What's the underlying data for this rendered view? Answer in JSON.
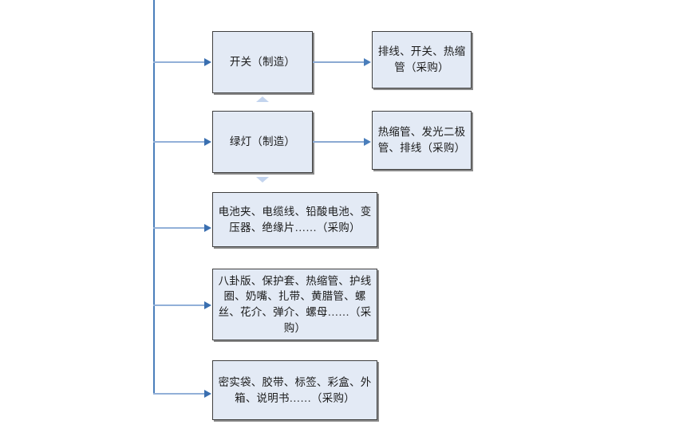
{
  "diagram": {
    "title": "",
    "colors": {
      "box_fill": "#e3eaf5",
      "box_border": "#3f3f3f",
      "box_shadow": "#8a8a8a",
      "trunk_line": "#4a7ebb",
      "branch_line": "#92b0d8",
      "arrowhead": "#3a6fb0",
      "marker_triangle": "#c3d4ee",
      "background": "#ffffff",
      "text": "#1a1a1a"
    },
    "manufacture_nodes": [
      {
        "id": "switch",
        "label": "开关（制造）"
      },
      {
        "id": "green-light",
        "label": "绿灯（制造）"
      }
    ],
    "purchase_nodes": [
      {
        "id": "switch-parts",
        "label": "排线、开关、热缩管（采购）"
      },
      {
        "id": "green-light-parts",
        "label": "热缩管、发光二极管、排线（采购）"
      }
    ],
    "material_nodes": [
      {
        "id": "electrical-materials",
        "label": "电池夹、电缆线、铅酸电池、变压器、绝缘片……（采购）"
      },
      {
        "id": "hardware-materials",
        "label": "八卦版、保护套、热缩管、护线圈、奶嘴、扎带、黄腊管、螺丝、花介、弹介、螺母……（采购）"
      },
      {
        "id": "packaging-materials",
        "label": "密实袋、胶带、标签、彩盒、外箱、说明书……（采购）"
      }
    ],
    "markers": [
      {
        "id": "sequence-up-marker",
        "icon": "triangle-up-icon"
      },
      {
        "id": "sequence-down-marker",
        "icon": "triangle-down-icon"
      }
    ],
    "connectors": [
      {
        "id": "trunk",
        "icon": "vertical-line"
      },
      {
        "id": "branch-to-switch",
        "icon": "arrow-right-icon"
      },
      {
        "id": "branch-to-green-light",
        "icon": "arrow-right-icon"
      },
      {
        "id": "branch-to-electrical-materials",
        "icon": "arrow-right-icon"
      },
      {
        "id": "branch-to-hardware-materials",
        "icon": "arrow-right-icon"
      },
      {
        "id": "branch-to-packaging-materials",
        "icon": "arrow-right-icon"
      },
      {
        "id": "switch-to-switch-parts",
        "icon": "arrow-right-icon"
      },
      {
        "id": "green-light-to-green-light-parts",
        "icon": "arrow-right-icon"
      }
    ]
  }
}
